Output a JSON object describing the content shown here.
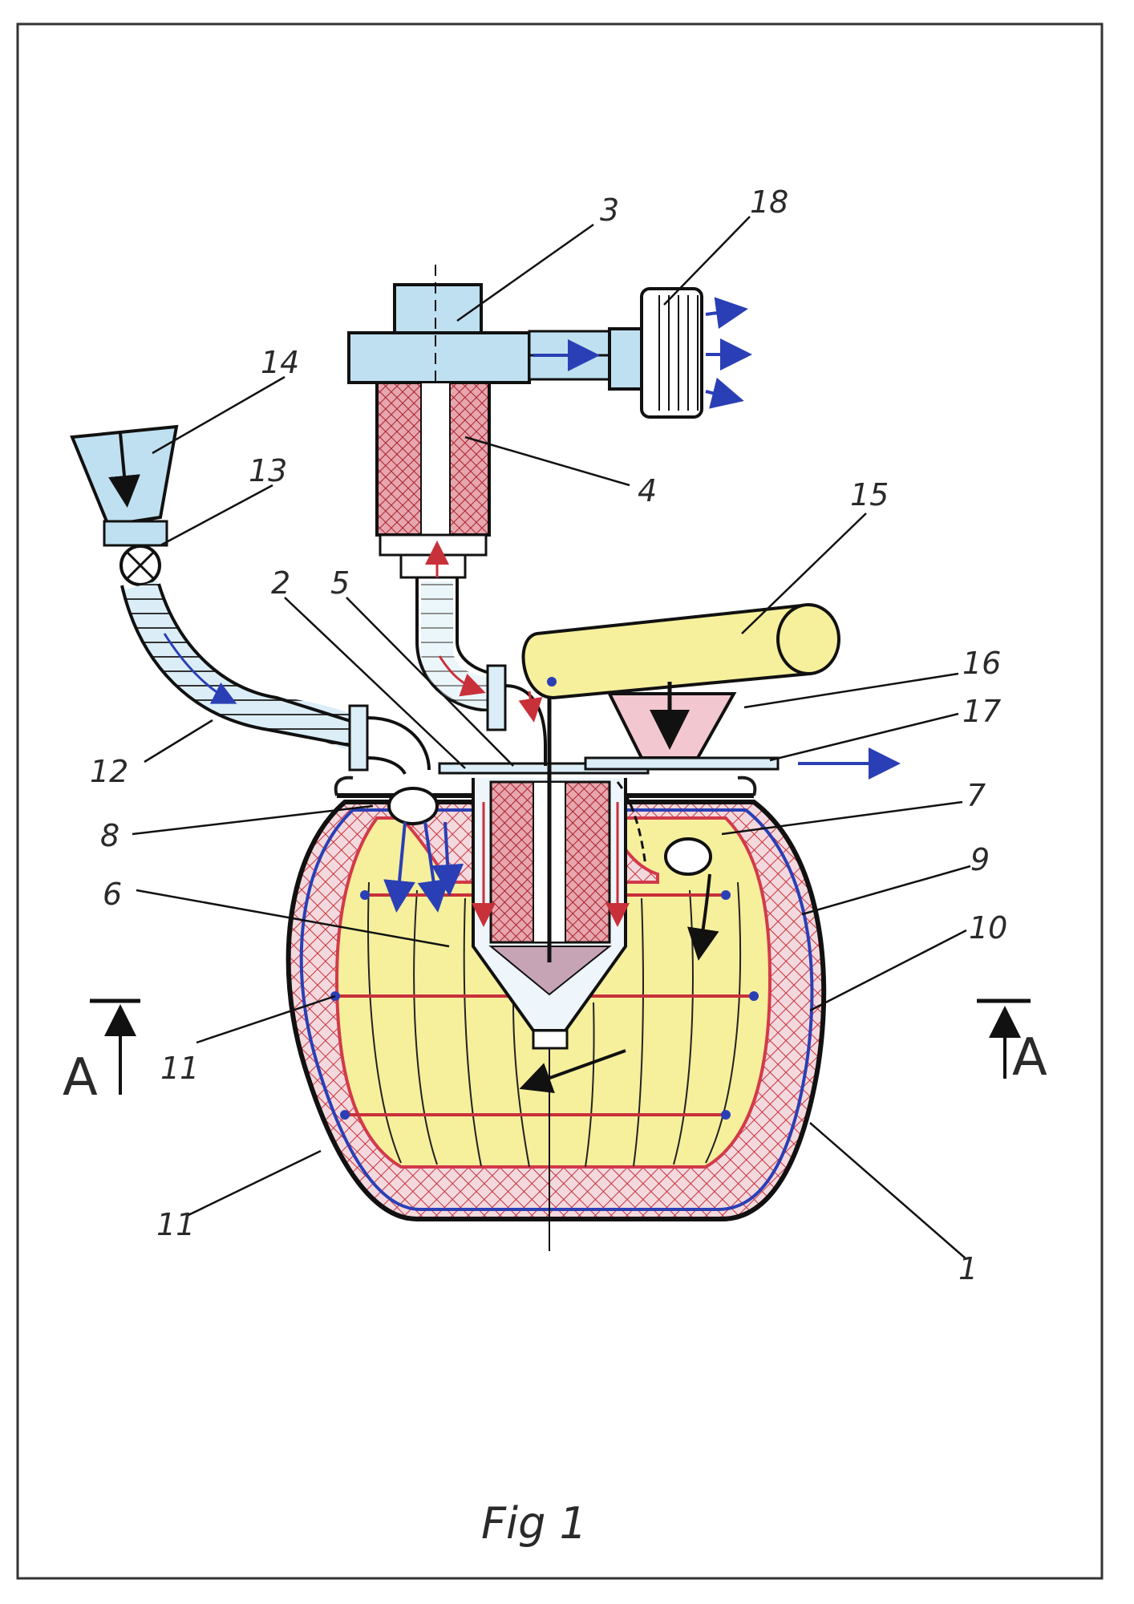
{
  "figure": {
    "caption": "Fig 1",
    "section_marks": [
      "A",
      "A"
    ]
  },
  "labels": {
    "l1": "1",
    "l2": "2",
    "l3": "3",
    "l4": "4",
    "l5": "5",
    "l6": "6",
    "l7": "7",
    "l8": "8",
    "l9": "9",
    "l10": "10",
    "l11a": "11",
    "l11b": "11",
    "l12": "12",
    "l13": "13",
    "l14": "14",
    "l15": "15",
    "l16": "16",
    "l17": "17",
    "l18": "18"
  },
  "colors": {
    "body_fill": "#f6ef9c",
    "insulation_hatch": "#d23a4a",
    "water_blue": "#2a3fb5",
    "blower_blue": "#bfe0f0",
    "filter_red": "#c8303a",
    "tube_yellow": "#f6ef9c"
  }
}
